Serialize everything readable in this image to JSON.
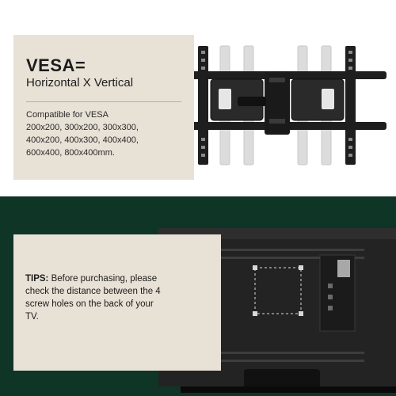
{
  "vesa_panel": {
    "title": "VESA=",
    "subtitle": "Horizontal X Vertical",
    "compat_lines": [
      "Compatible for VESA",
      "200x200, 300x200, 300x300,",
      "400x200, 400x300, 400x400,",
      "600x400, 800x400mm."
    ]
  },
  "tips_panel": {
    "label": "TIPS:",
    "text": " Before purchasing, please check the distance between the 4 screw holes on the back of your TV."
  },
  "colors": {
    "dark_green": "#0f3526",
    "panel_beige": "#e8e1d6",
    "mount_black": "#1e1e1e"
  }
}
